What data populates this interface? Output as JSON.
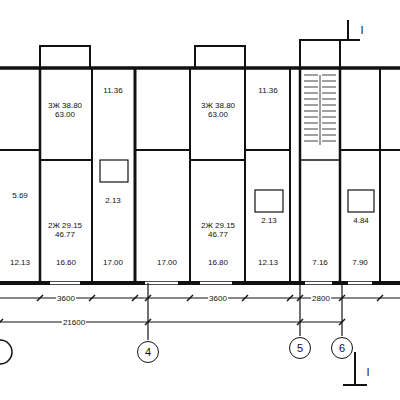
{
  "diagram": {
    "nodes": [
      {
        "text": [
          "4"
        ]
      },
      {
        "text": [
          "5"
        ]
      },
      {
        "text": [
          "6"
        ]
      }
    ],
    "labels": [
      "3Ж 38.80 63.00",
      "3Ж 38.80 63.00",
      "2Ж 29.15 46.77",
      "2Ж 29.15 46.77",
      "12.13",
      "16.60",
      "17.00",
      "17.00",
      "16.80",
      "12.13",
      "7.16",
      "7.90",
      "11.36",
      "11.36",
      "5.69",
      "2.13",
      "2.13",
      "4.84",
      "3600",
      "3600",
      "2800",
      "21600",
      "I",
      "I"
    ]
  }
}
